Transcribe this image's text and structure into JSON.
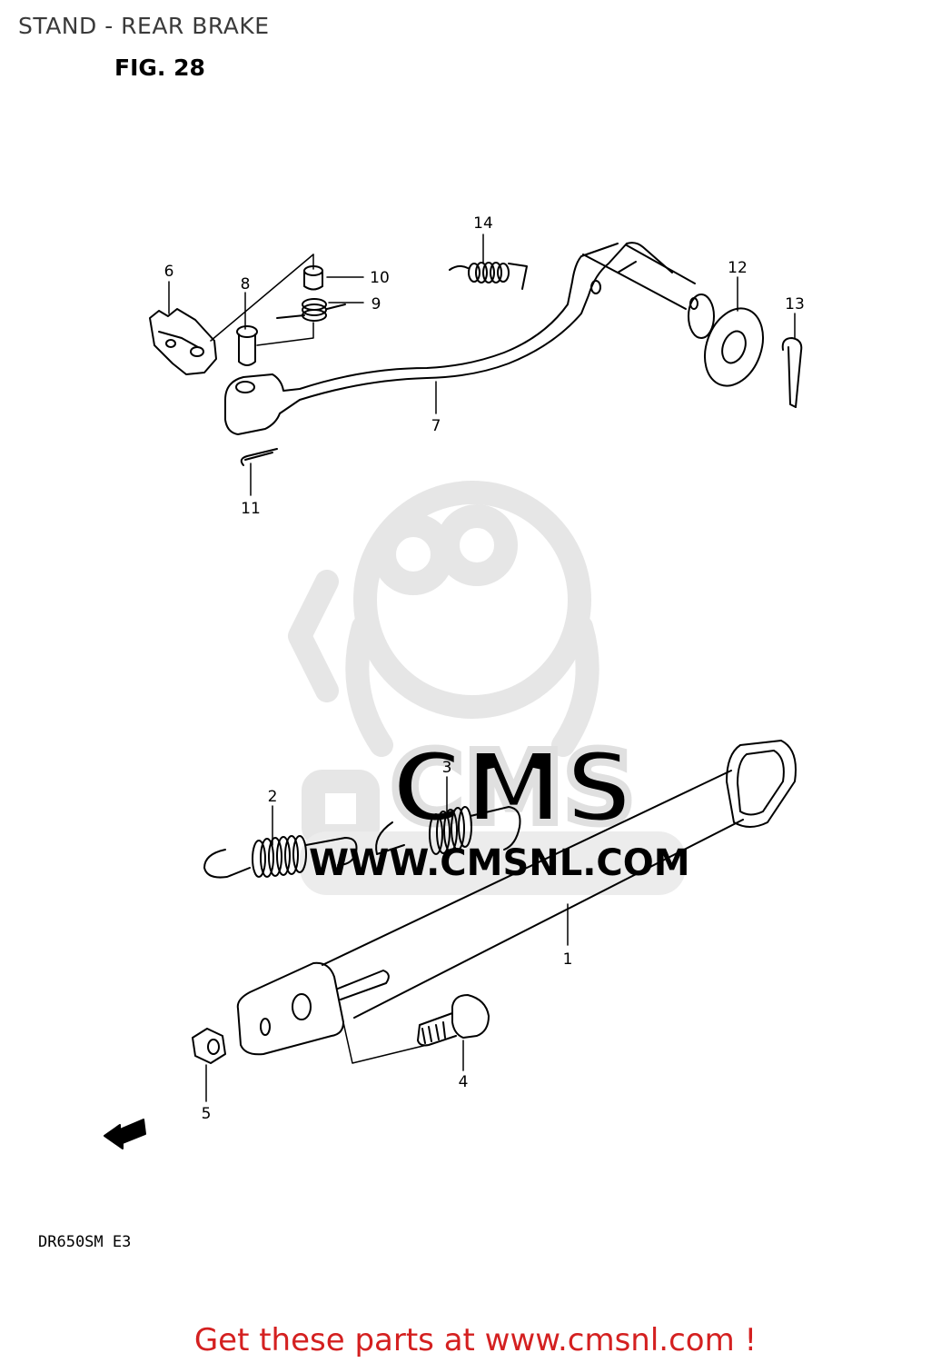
{
  "header": {
    "title": "STAND - REAR BRAKE",
    "figure": "FIG. 28"
  },
  "callouts": [
    "1",
    "2",
    "3",
    "4",
    "5",
    "6",
    "7",
    "8",
    "9",
    "10",
    "11",
    "12",
    "13",
    "14"
  ],
  "watermark": {
    "logo_text": "CMS",
    "url": "WWW.CMSNL.COM"
  },
  "model_code": "DR650SM E3",
  "footer": {
    "cta": "Get these parts at www.cmsnl.com !"
  },
  "colors": {
    "line": "#000000",
    "watermark": "#e6e6e6",
    "cta": "#d42020"
  }
}
